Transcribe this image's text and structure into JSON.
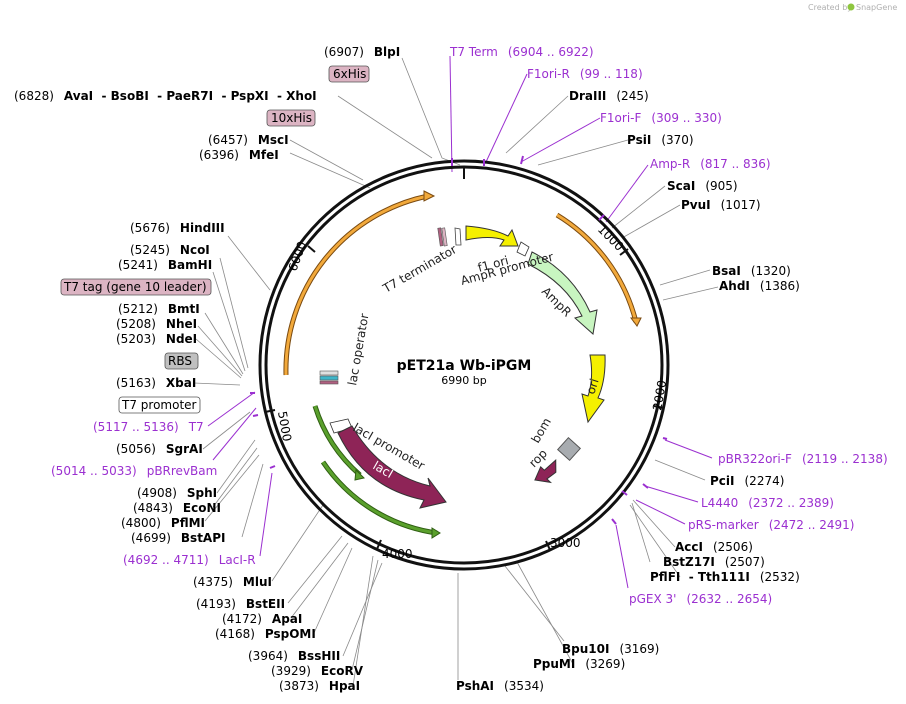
{
  "credit": {
    "created_by": "Created by",
    "brand": "SnapGene"
  },
  "plasmid": {
    "name": "pET21a Wb-iPGM",
    "size": "6990 bp",
    "length": 6990
  },
  "ticks": [
    "1000",
    "2000",
    "3000",
    "4000",
    "5000",
    "6000"
  ],
  "colors": {
    "primer": "#9b30d0",
    "orf_orange": "#f2a93b",
    "orf_green": "#5aa02c",
    "ori_yellow": "#f5f000",
    "ampr_green": "#c8f5c0",
    "laci_maroon": "#8e2457",
    "rop_maroon": "#8e2457",
    "bom_gray": "#a8acb0",
    "highlight_pink": "#dcb4c3",
    "highlight_gray": "#c0c0c0"
  },
  "enzymes": [
    {
      "name": "BlpI",
      "pos": "(6907)"
    },
    {
      "name": "AvaI  - BsoBI  - PaeR7I  - PspXI  - XhoI",
      "pos": "(6828)"
    },
    {
      "name": "MscI",
      "pos": "(6457)"
    },
    {
      "name": "MfeI",
      "pos": "(6396)"
    },
    {
      "name": "HindIII",
      "pos": "(5676)"
    },
    {
      "name": "NcoI",
      "pos": "(5245)"
    },
    {
      "name": "BamHI",
      "pos": "(5241)"
    },
    {
      "name": "BmtI",
      "pos": "(5212)"
    },
    {
      "name": "NheI",
      "pos": "(5208)"
    },
    {
      "name": "NdeI",
      "pos": "(5203)"
    },
    {
      "name": "XbaI",
      "pos": "(5163)"
    },
    {
      "name": "SgrAI",
      "pos": "(5056)"
    },
    {
      "name": "SphI",
      "pos": "(4908)"
    },
    {
      "name": "EcoNI",
      "pos": "(4843)"
    },
    {
      "name": "PflMI",
      "pos": "(4800)"
    },
    {
      "name": "BstAPI",
      "pos": "(4699)"
    },
    {
      "name": "MluI",
      "pos": "(4375)"
    },
    {
      "name": "BstEII",
      "pos": "(4193)"
    },
    {
      "name": "ApaI",
      "pos": "(4172)"
    },
    {
      "name": "PspOMI",
      "pos": "(4168)"
    },
    {
      "name": "BssHII",
      "pos": "(3964)"
    },
    {
      "name": "EcoRV",
      "pos": "(3929)"
    },
    {
      "name": "HpaI",
      "pos": "(3873)"
    },
    {
      "name": "PshAI",
      "pos": "(3534)"
    },
    {
      "name": "PpuMI",
      "pos": "(3269)"
    },
    {
      "name": "Bpu10I",
      "pos": "(3169)"
    },
    {
      "name": "PflFI  - Tth111I",
      "pos": "(2532)"
    },
    {
      "name": "BstZ17I",
      "pos": "(2507)"
    },
    {
      "name": "AccI",
      "pos": "(2506)"
    },
    {
      "name": "PciI",
      "pos": "(2274)"
    },
    {
      "name": "AhdI",
      "pos": "(1386)"
    },
    {
      "name": "BsaI",
      "pos": "(1320)"
    },
    {
      "name": "PvuI",
      "pos": "(1017)"
    },
    {
      "name": "ScaI",
      "pos": "(905)"
    },
    {
      "name": "PsiI",
      "pos": "(370)"
    },
    {
      "name": "DraIII",
      "pos": "(245)"
    }
  ],
  "primers": [
    {
      "name": "T7 Term",
      "range": "(6904 .. 6922)"
    },
    {
      "name": "F1ori-R",
      "range": "(99 .. 118)"
    },
    {
      "name": "F1ori-F",
      "range": "(309 .. 330)"
    },
    {
      "name": "Amp-R",
      "range": "(817 .. 836)"
    },
    {
      "name": "pBR322ori-F",
      "range": "(2119 .. 2138)"
    },
    {
      "name": "L4440",
      "range": "(2372 .. 2389)"
    },
    {
      "name": "pRS-marker",
      "range": "(2472 .. 2491)"
    },
    {
      "name": "pGEX 3'",
      "range": "(2632 .. 2654)"
    },
    {
      "name": "LacI-R",
      "range": "(4692 .. 4711)"
    },
    {
      "name": "pBRrevBam",
      "range": "(5014 .. 5033)"
    },
    {
      "name": "T7",
      "range": "(5117 .. 5136)"
    }
  ],
  "highlighted_features": [
    "6xHis",
    "10xHis",
    "T7 tag (gene 10 leader)",
    "RBS",
    "T7 promoter"
  ],
  "inner_labels": {
    "t7_terminator": "T7 terminator",
    "f1_ori": "f1 ori",
    "ampr_promoter": "AmpR promoter",
    "ampr": "AmpR",
    "ori": "ori",
    "lac_operator": "lac operator",
    "laci_promoter": "lacI promoter",
    "laci": "lacI",
    "bom": "bom",
    "rop": "rop"
  }
}
